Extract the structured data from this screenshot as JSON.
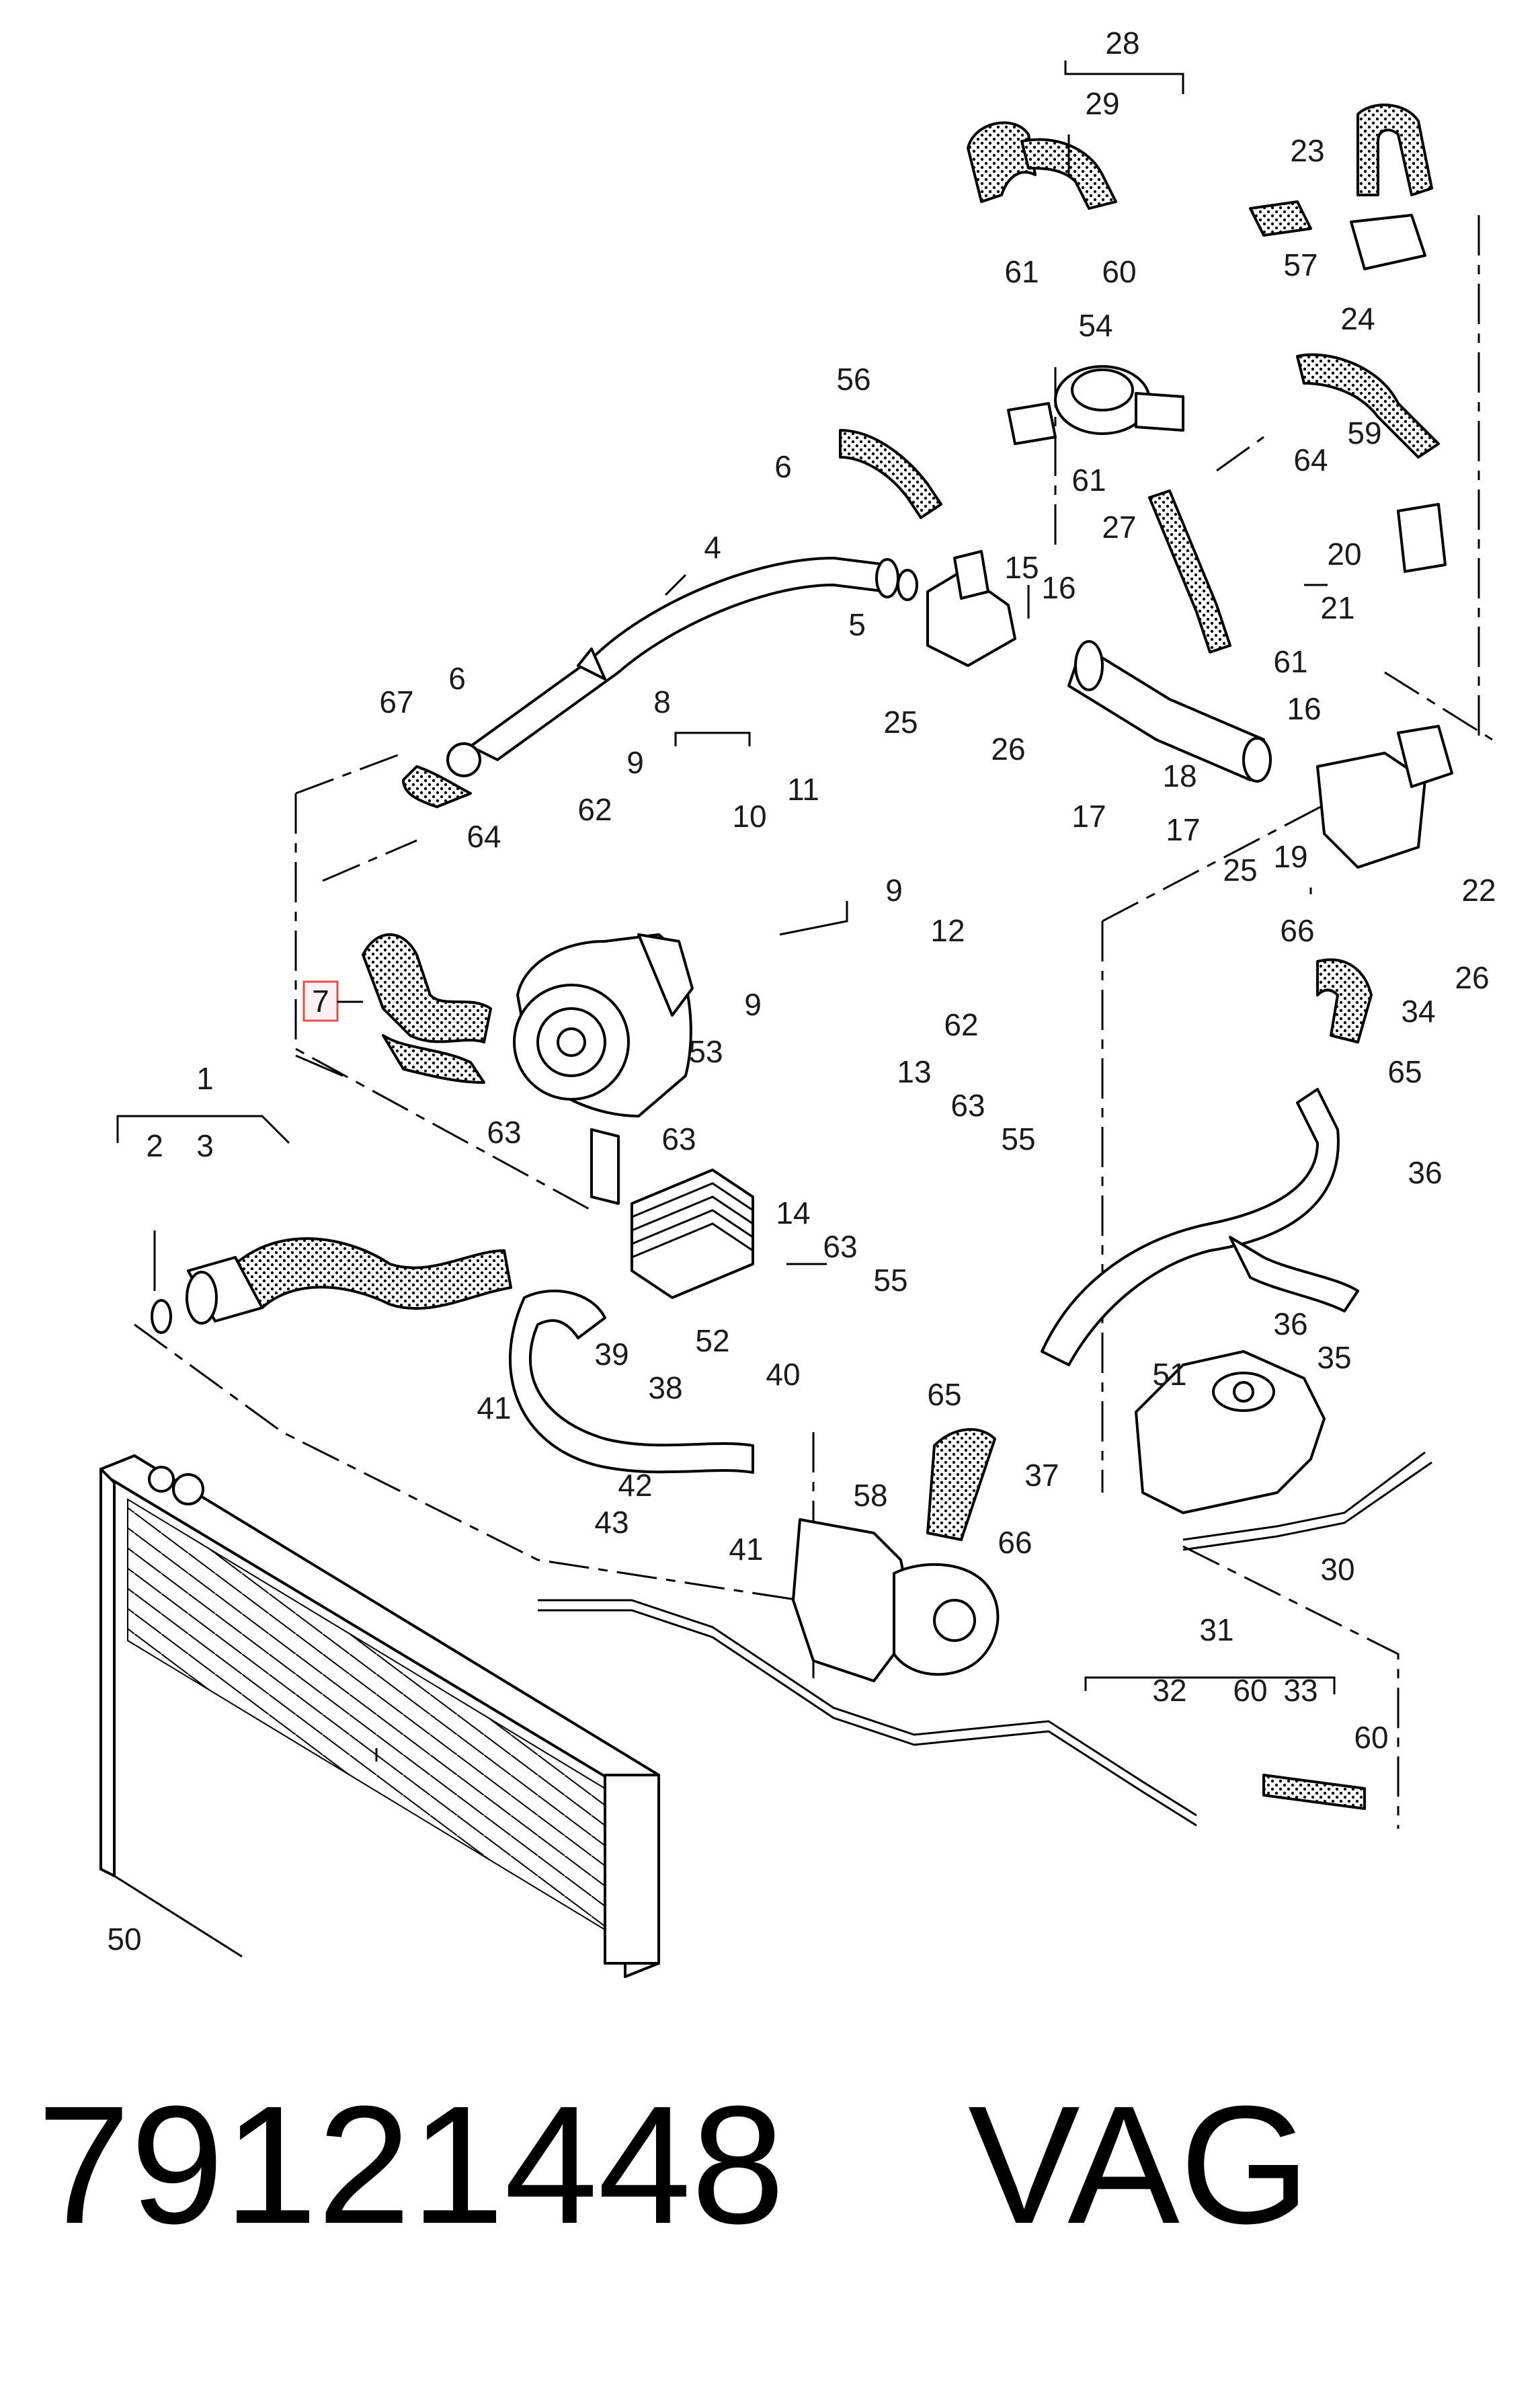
{
  "diagram": {
    "callouts": [
      "1",
      "2",
      "3",
      "4",
      "5",
      "6",
      "7",
      "8",
      "9",
      "10",
      "11",
      "12",
      "13",
      "14",
      "15",
      "16",
      "17",
      "18",
      "19",
      "20",
      "21",
      "22",
      "23",
      "24",
      "25",
      "26",
      "27",
      "28",
      "29",
      "30",
      "31",
      "32",
      "33",
      "34",
      "35",
      "36",
      "37",
      "38",
      "39",
      "40",
      "41",
      "42",
      "43",
      "50",
      "51",
      "52",
      "53",
      "54",
      "55",
      "56",
      "57",
      "58",
      "59",
      "60",
      "61",
      "62",
      "63",
      "64",
      "65",
      "66",
      "67"
    ],
    "highlighted_callout": "7",
    "highlight_color": "#e05050"
  },
  "footer": {
    "part_number": "79121448",
    "brand": "VAG"
  }
}
